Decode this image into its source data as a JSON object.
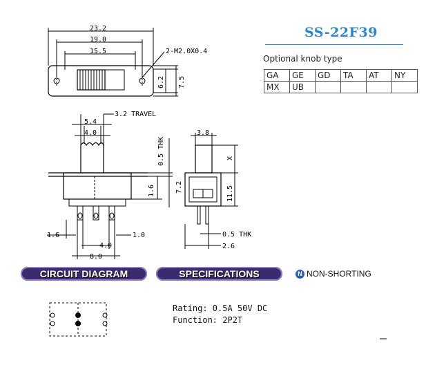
{
  "model": "SS-22F39",
  "knob": {
    "label": "Optional knob type",
    "rows": [
      [
        "GA",
        "GE",
        "GD",
        "TA",
        "AT",
        "NY"
      ],
      [
        "MX",
        "UB",
        "",
        "",
        "",
        ""
      ]
    ]
  },
  "dimensions": {
    "d_23_2": "23.2",
    "d_19_0": "19.0",
    "d_15_5": "15.5",
    "d_hole": "2-M2.0X0.4",
    "d_6_2": "6.2",
    "d_7_5": "7.5",
    "d_5_4": "5.4",
    "d_4_0_top": "4.0",
    "d_travel": "3.2 TRAVEL",
    "d_0_5_thk_top": "0.5 THK",
    "d_1_6_right": "1.6",
    "d_7_2": "7.2",
    "d_1_6_left": "1.6",
    "d_1_0": "1.0",
    "d_4_0_bottom": "4.0",
    "d_8_0": "8.0",
    "d_3_8": "3.8",
    "d_x": "X",
    "d_11_5": "11.5",
    "d_0_5_thk_side": "0.5 THK",
    "d_2_6": "2.6"
  },
  "sections": {
    "circuit": "CIRCUIT DIAGRAM",
    "specs": "SPECIFICATIONS",
    "non_shorting": "NON-SHORTING",
    "non_shorting_badge": "N"
  },
  "specifications": {
    "rating": "Rating: 0.5A 50V DC",
    "function": "Function: 2P2T"
  },
  "colors": {
    "title": "#2e86c8",
    "pill": "#3a2a6e",
    "badge": "#2c5fb0"
  }
}
